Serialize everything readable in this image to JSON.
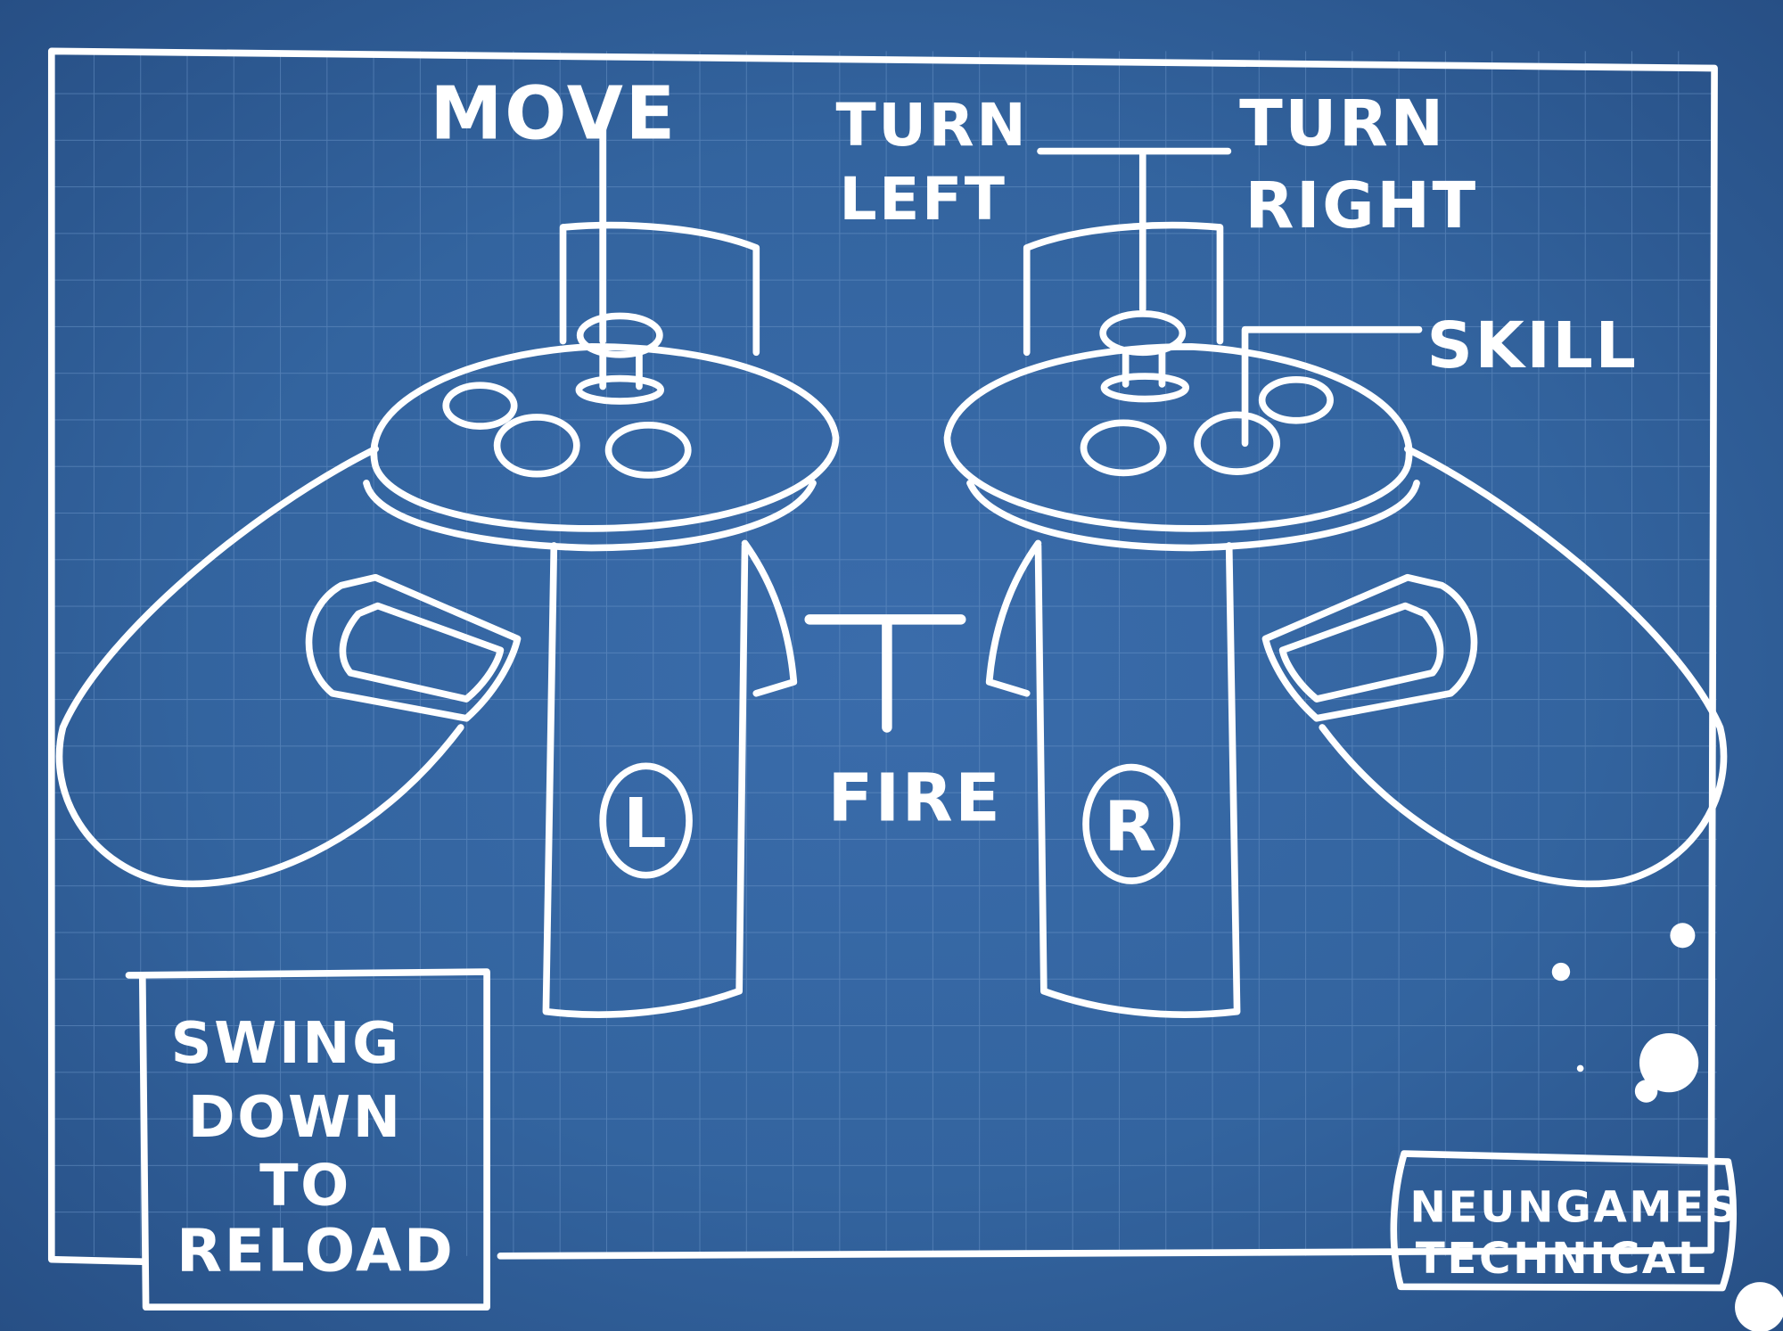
{
  "colors": {
    "background": "#33649f",
    "grid": "#5b86bd",
    "ink": "#ffffff"
  },
  "labels": {
    "move": "MOVE",
    "turn_left": [
      "TURN",
      "LEFT"
    ],
    "turn_right": [
      "TURN",
      "RIGHT"
    ],
    "skill": "SKILL",
    "fire": "FIRE",
    "left_badge": "L",
    "right_badge": "R"
  },
  "reload_note": [
    "SWING",
    "DOWN",
    "TO",
    "RELOAD"
  ],
  "stamp": [
    "NEUNGAMES",
    "TECHNICAL"
  ]
}
